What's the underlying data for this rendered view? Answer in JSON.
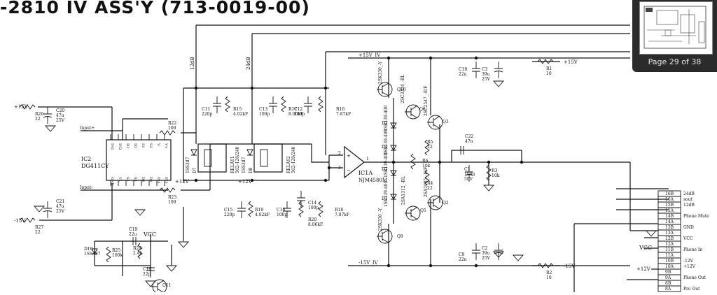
{
  "title": "-2810 IV ASS'Y (713-0019-00)",
  "navigator": {
    "page_indicator": "Page 29 of 38"
  },
  "rails": {
    "pos15_iv": "+15V_IV",
    "neg15_iv": "-15V_IV",
    "pos15v": "+15V",
    "neg15v": "-15V",
    "pos12v": "+12V",
    "vcc": "VCC",
    "gnd": "GND"
  },
  "signals": {
    "sig_12db": "12dB",
    "sig_24db": "24dB",
    "input_plus": "Input+",
    "input_minus": "Input-"
  },
  "ic2": {
    "ref": "IC2",
    "part": "DG411CY",
    "pins": [
      "IN1",
      "IN2",
      "D1",
      "D2",
      "S1",
      "S2",
      "V-",
      "V+",
      "GND",
      "VL",
      "S4",
      "S3",
      "D4",
      "D3",
      "IN4",
      "IN3"
    ]
  },
  "ic1a": {
    "ref": "IC1A",
    "part": "NJM4580M",
    "pin_a": "2",
    "pin_b": "3",
    "pin_out": "1"
  },
  "relays": [
    {
      "ref": "RELAY1",
      "part": "562-120/240",
      "diode": "1SS387",
      "diode_ref": "D7"
    },
    {
      "ref": "RELAY2",
      "part": "562-120/240",
      "diode": "1SS387",
      "diode_ref": "D8"
    }
  ],
  "components": {
    "r26": {
      "ref": "R26",
      "value": "22"
    },
    "c20": {
      "ref": "C20",
      "value": "47u",
      "rating": "25V"
    },
    "r22": {
      "ref": "R22",
      "value": "100"
    },
    "r23": {
      "ref": "R23",
      "value": "100"
    },
    "c21": {
      "ref": "C21",
      "value": "47u",
      "rating": "25V"
    },
    "r27": {
      "ref": "R27",
      "value": "22"
    },
    "c11": {
      "ref": "C11",
      "value": "220p"
    },
    "r15": {
      "ref": "R15",
      "value": "4.02kF"
    },
    "c13": {
      "ref": "C13",
      "value": "100p"
    },
    "r17": {
      "ref": "R17",
      "value": "8.06kF"
    },
    "c12": {
      "ref": "C12",
      "value": "100p"
    },
    "r16": {
      "ref": "R16",
      "value": "7.87kF"
    },
    "c15": {
      "ref": "C15",
      "value": "220p"
    },
    "r19": {
      "ref": "R19",
      "value": "4.02kF"
    },
    "c16": {
      "ref": "C16",
      "value": "100p"
    },
    "c14": {
      "ref": "C14",
      "value": "100p"
    },
    "r20": {
      "ref": "R20",
      "value": "8.06kF"
    },
    "r18": {
      "ref": "R18",
      "value": "7.87kF"
    },
    "c19": {
      "ref": "C19",
      "value": "22u"
    },
    "d10": {
      "ref": "D10",
      "value": "1SS387"
    },
    "r25": {
      "ref": "R25",
      "value": "100k"
    },
    "r24": {
      "ref": "R24",
      "value": "2.4k"
    },
    "c18": {
      "ref": "C18",
      "value": "22p"
    },
    "q11": {
      "ref": "Q11"
    },
    "q10": {
      "ref": "Q10",
      "part": "2SK330_-Y"
    },
    "q9": {
      "ref": "Q9",
      "part": "2SK330_-Y"
    },
    "q6": {
      "ref": "Q6",
      "part": "2SC3324_-BL"
    },
    "q3": {
      "ref": "Q3",
      "part": "2SC2547_-E/F"
    },
    "q5": {
      "ref": "Q5",
      "part": "2SA1312_-BL"
    },
    "q2": {
      "ref": "Q2",
      "part": "2SA1085_-E/F"
    },
    "d3": {
      "ref": "D3",
      "part": "1SR139-400"
    },
    "d4": {
      "ref": "D4",
      "part": "1SR139-400"
    },
    "d2": {
      "ref": "D2",
      "part": "1SR139-400"
    },
    "d1": {
      "ref": "D1",
      "part": "1SR139-400"
    },
    "r6": {
      "ref": "R6",
      "value": "10k"
    },
    "r5": {
      "ref": "R5",
      "value": "22"
    },
    "r4": {
      "ref": "R4",
      "value": "22"
    },
    "c10": {
      "ref": "C10",
      "value": "22n"
    },
    "c3": {
      "ref": "C3",
      "value": "39u",
      "rating": "25V"
    },
    "c9": {
      "ref": "C9",
      "value": "22n"
    },
    "c2": {
      "ref": "C2",
      "value": "39u",
      "rating": "25V"
    },
    "c22": {
      "ref": "C22",
      "value": "47n"
    },
    "c1": {
      "ref": "C1",
      "value": "100u",
      "rating": "50V"
    },
    "r3": {
      "ref": "R3",
      "value": "10k"
    },
    "r1": {
      "ref": "R1",
      "value": "10"
    },
    "r2": {
      "ref": "R2",
      "value": "10"
    }
  },
  "connector": [
    {
      "pin": "16B",
      "label": "24dB"
    },
    {
      "pin": "16A",
      "label": "sout"
    },
    {
      "pin": "15B",
      "label": "12dB"
    },
    {
      "pin": "15A",
      "label": ""
    },
    {
      "pin": "14B",
      "label": "Phone Mute"
    },
    {
      "pin": "14A",
      "label": ""
    },
    {
      "pin": "13B",
      "label": "GND"
    },
    {
      "pin": "13A",
      "label": ""
    },
    {
      "pin": "12B",
      "label": "VCC"
    },
    {
      "pin": "12A",
      "label": ""
    },
    {
      "pin": "11B",
      "label": "Phone In"
    },
    {
      "pin": "11A",
      "label": ""
    },
    {
      "pin": "10B",
      "label": "-12V"
    },
    {
      "pin": "10A",
      "label": "+12V"
    },
    {
      "pin": "9B",
      "label": ""
    },
    {
      "pin": "9A",
      "label": "Phone Out"
    },
    {
      "pin": "8B",
      "label": ""
    },
    {
      "pin": "8A",
      "label": "Pre Out"
    }
  ]
}
